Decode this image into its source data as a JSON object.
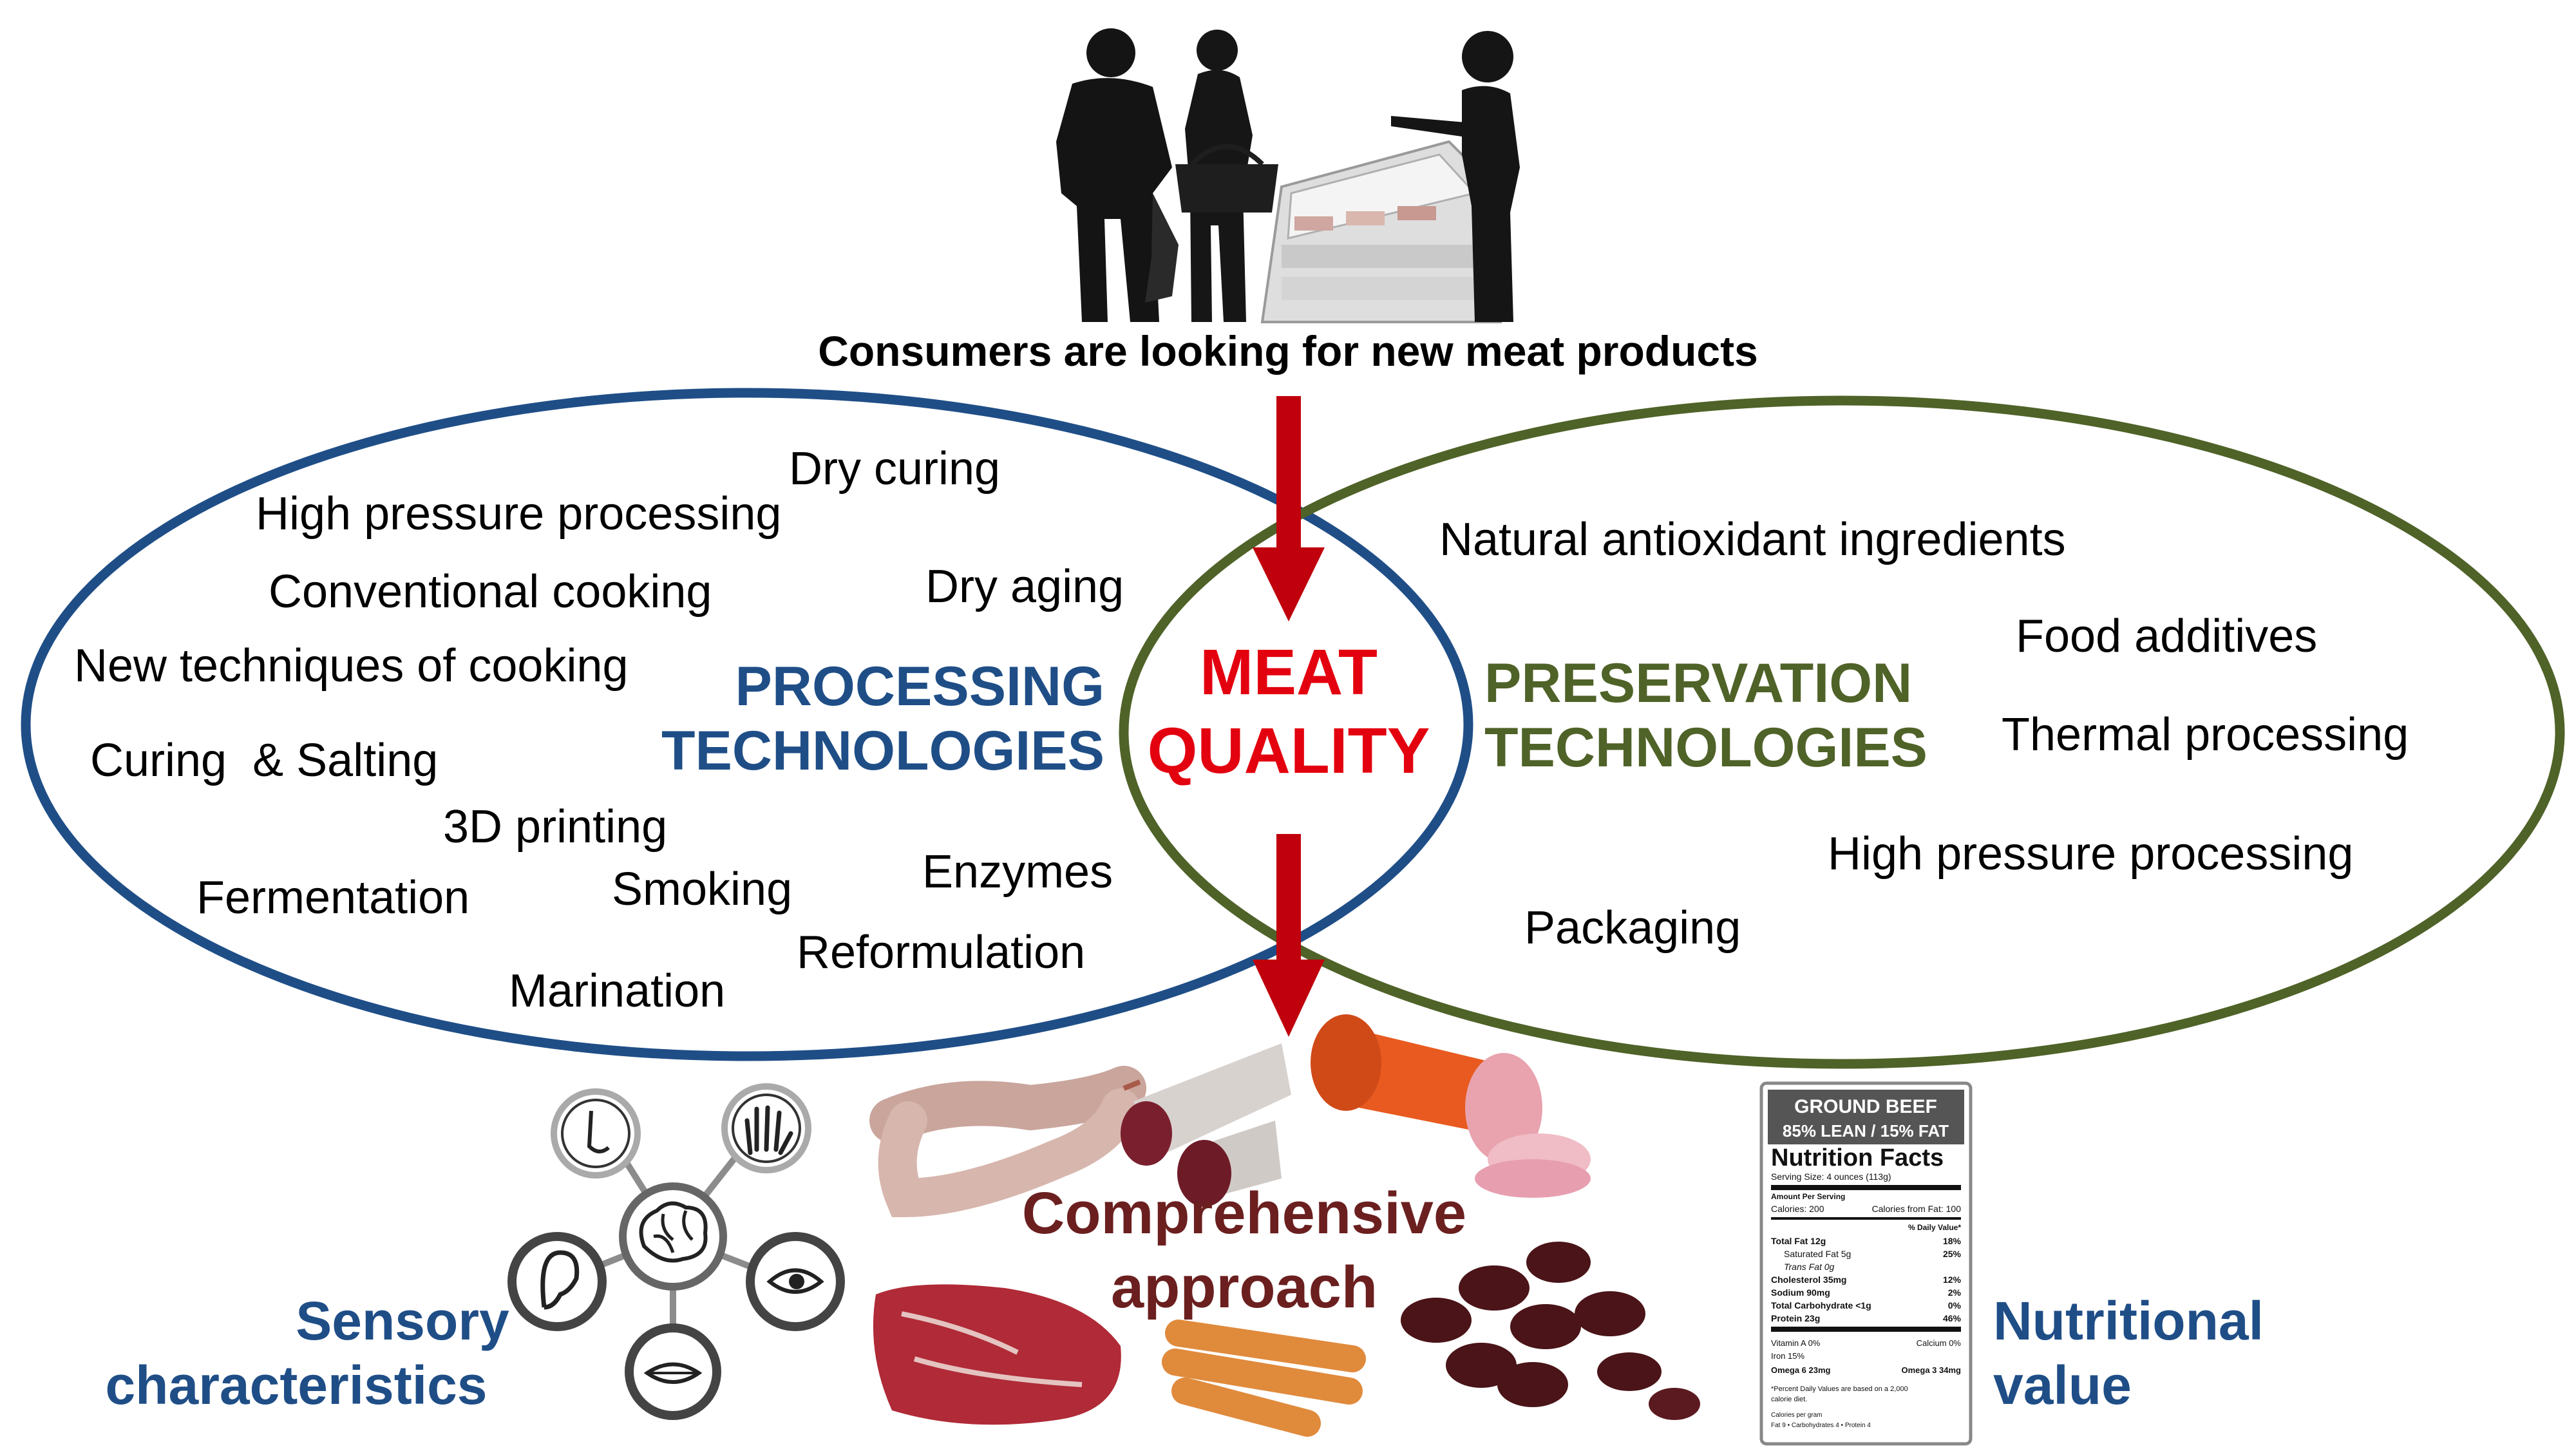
{
  "header": {
    "caption": "Consumers are looking for new meat products"
  },
  "center": {
    "line1": "MEAT",
    "line2": "QUALITY"
  },
  "processing": {
    "title_line1": "PROCESSING",
    "title_line2": "TECHNOLOGIES",
    "items": [
      "Dry curing",
      "High pressure processing",
      "Conventional cooking",
      "Dry aging",
      "New techniques of cooking",
      "Curing  & Salting",
      "3D printing",
      "Fermentation",
      "Smoking",
      "Enzymes",
      "Reformulation",
      "Marination"
    ]
  },
  "preservation": {
    "title_line1": "PRESERVATION",
    "title_line2": "TECHNOLOGIES",
    "items": [
      "Natural antioxidant ingredients",
      "Food additives",
      "Thermal processing",
      "High pressure processing",
      "Packaging"
    ]
  },
  "bottom": {
    "comprehensive_line1": "Comprehensive",
    "comprehensive_line2": "approach",
    "sensory_line1": "Sensory",
    "sensory_line2": "characteristics",
    "nutritional_line1": "Nutritional",
    "nutritional_line2": "value"
  },
  "nutrition_label": {
    "product_line1": "GROUND BEEF",
    "product_line2": "85% LEAN / 15% FAT",
    "heading": "Nutrition Facts",
    "serving": "Serving Size: 4 ounces (113g)",
    "amount": "Amount Per Serving",
    "calories": "Calories: 200",
    "calories_fat": "Calories from Fat: 100",
    "dv_header": "% Daily Value*",
    "rows": [
      {
        "label": "Total Fat 12g",
        "value": "18%"
      },
      {
        "label": "Saturated Fat 5g",
        "value": "25%"
      },
      {
        "label": "Trans Fat 0g",
        "value": ""
      },
      {
        "label": "Cholesterol 35mg",
        "value": "12%"
      },
      {
        "label": "Sodium 90mg",
        "value": "2%"
      },
      {
        "label": "Total Carbohydrate <1g",
        "value": "0%"
      },
      {
        "label": "Protein 23g",
        "value": "46%"
      }
    ],
    "vitamin_a": "Vitamin A 0%",
    "calcium": "Calcium 0%",
    "iron": "Iron 15%",
    "omega6": "Omega 6 23mg",
    "omega3": "Omega 3 34mg",
    "footnote1": "*Percent Daily Values are based on a 2,000",
    "footnote2": "calorie diet.",
    "footnote3": "Calories per gram",
    "footnote4": "Fat 9  •  Carbohydrates 4  •  Protein 4"
  },
  "icons": {
    "center": "brain-icon",
    "nose": "nose-icon",
    "hand": "hand-icon",
    "ear": "ear-icon",
    "eye": "eye-icon",
    "mouth": "mouth-icon"
  },
  "colors": {
    "processing_blue": "#1f4e87",
    "preservation_green": "#4f6228",
    "meat_quality_red": "#e3000f",
    "arrow_red": "#c0000c",
    "comprehensive_brown": "#6b1f1f"
  }
}
